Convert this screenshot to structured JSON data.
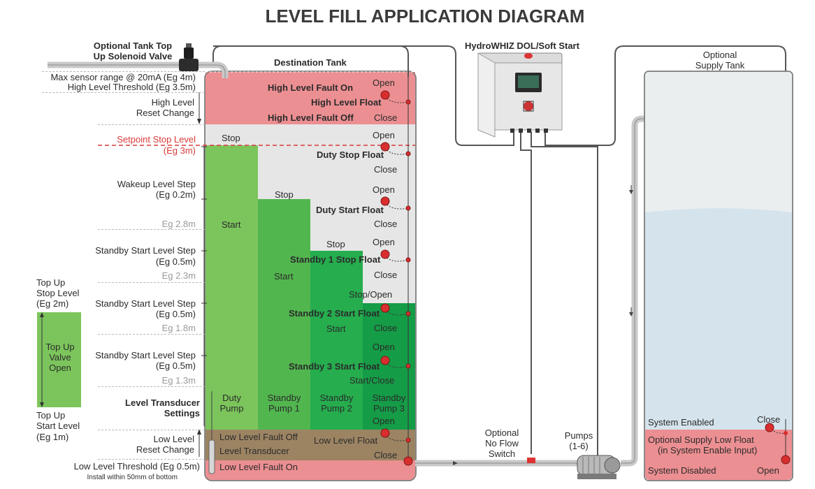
{
  "title": "LEVEL FILL APPLICATION DIAGRAM",
  "labels": {
    "solenoid_l1": "Optional Tank Top",
    "solenoid_l2": "Up Solenoid Valve",
    "destination_tank": "Destination Tank",
    "controller": "HydroWHIZ DOL/Soft Start",
    "supply_tank_l1": "Optional",
    "supply_tank_l2": "Supply Tank",
    "no_flow_l1": "Optional",
    "no_flow_l2": "No Flow",
    "no_flow_l3": "Switch",
    "pumps_l1": "Pumps",
    "pumps_l2": "(1-6)"
  },
  "left_labels": {
    "max_sensor": "Max sensor range @ 20mA (Eg 4m)",
    "high_threshold": "High Level Threshold (Eg 3.5m)",
    "high_reset_l1": "High Level",
    "high_reset_l2": "Reset Change",
    "setpoint_l1": "Setpoint Stop Level",
    "setpoint_l2": "(Eg 3m)",
    "wakeup_l1": "Wakeup Level Step",
    "wakeup_l2": "(Eg 0.2m)",
    "eg_28": "Eg 2.8m",
    "standby1_l1": "Standby Start Level Step",
    "standby1_l2": "(Eg 0.5m)",
    "eg_23": "Eg 2.3m",
    "standby2_l1": "Standby Start Level Step",
    "standby2_l2": "(Eg 0.5m)",
    "eg_18": "Eg 1.8m",
    "standby3_l1": "Standby Start Level Step",
    "standby3_l2": "(Eg 0.5m)",
    "eg_13": "Eg 1.3m",
    "transducer_settings_l1": "Level Transducer",
    "transducer_settings_l2": "Settings",
    "low_reset_l1": "Low Level",
    "low_reset_l2": "Reset Change",
    "low_threshold": "Low Level Threshold (Eg 0.5m)",
    "install_note": "Install within 50mm of bottom",
    "topup_stop_l1": "Top Up",
    "topup_stop_l2": "Stop Level",
    "topup_stop_l3": "(Eg 2m)",
    "topup_valve_l1": "Top Up",
    "topup_valve_l2": "Valve",
    "topup_valve_l3": "Open",
    "topup_start_l1": "Top Up",
    "topup_start_l2": "Start Level",
    "topup_start_l3": "(Eg 1m)"
  },
  "tank_labels": {
    "high_fault_on": "High Level Fault On",
    "high_float": "High Level Float",
    "high_fault_off": "High Level Fault Off",
    "stop": "Stop",
    "duty_stop_float": "Duty Stop Float",
    "stop2": "Stop",
    "duty_start_float": "Duty Start Float",
    "start_duty": "Start",
    "stop3": "Stop",
    "standby1_stop_float": "Standby 1 Stop Float",
    "start_sb1": "Start",
    "stop_open": "Stop/Open",
    "standby2_start_float": "Standby 2 Start Float",
    "start_sb2": "Start",
    "standby3_start_float": "Standby 3 Start Float",
    "start_close": "Start/Close",
    "duty_pump_l1": "Duty",
    "duty_pump_l2": "Pump",
    "sb1_pump_l1": "Standby",
    "sb1_pump_l2": "Pump 1",
    "sb2_pump_l1": "Standby",
    "sb2_pump_l2": "Pump 2",
    "sb3_pump_l1": "Standby",
    "sb3_pump_l2": "Pump 3",
    "low_fault_off": "Low Level Fault Off",
    "level_transducer": "Level Transducer",
    "low_float": "Low Level Float",
    "low_fault_on": "Low Level Fault On",
    "open": "Open",
    "close": "Close"
  },
  "supply_labels": {
    "system_enabled": "System Enabled",
    "close": "Close",
    "supply_low_float_l1": "Optional Supply Low Float",
    "supply_low_float_l2": "(in System Enable Input)",
    "system_disabled": "System Disabled",
    "open": "Open"
  },
  "colors": {
    "high_zone": "#ec8f92",
    "stop_zone": "#e6e6e6",
    "duty_zone": "#7cc55c",
    "sb1_zone": "#52b64f",
    "sb2_zone": "#25ad4e",
    "sb3_zone": "#159c47",
    "low_zone": "#9c8463",
    "water": "#d5e4ec",
    "float_red": "#d92e2e",
    "setpoint_red": "#d93a3a"
  }
}
